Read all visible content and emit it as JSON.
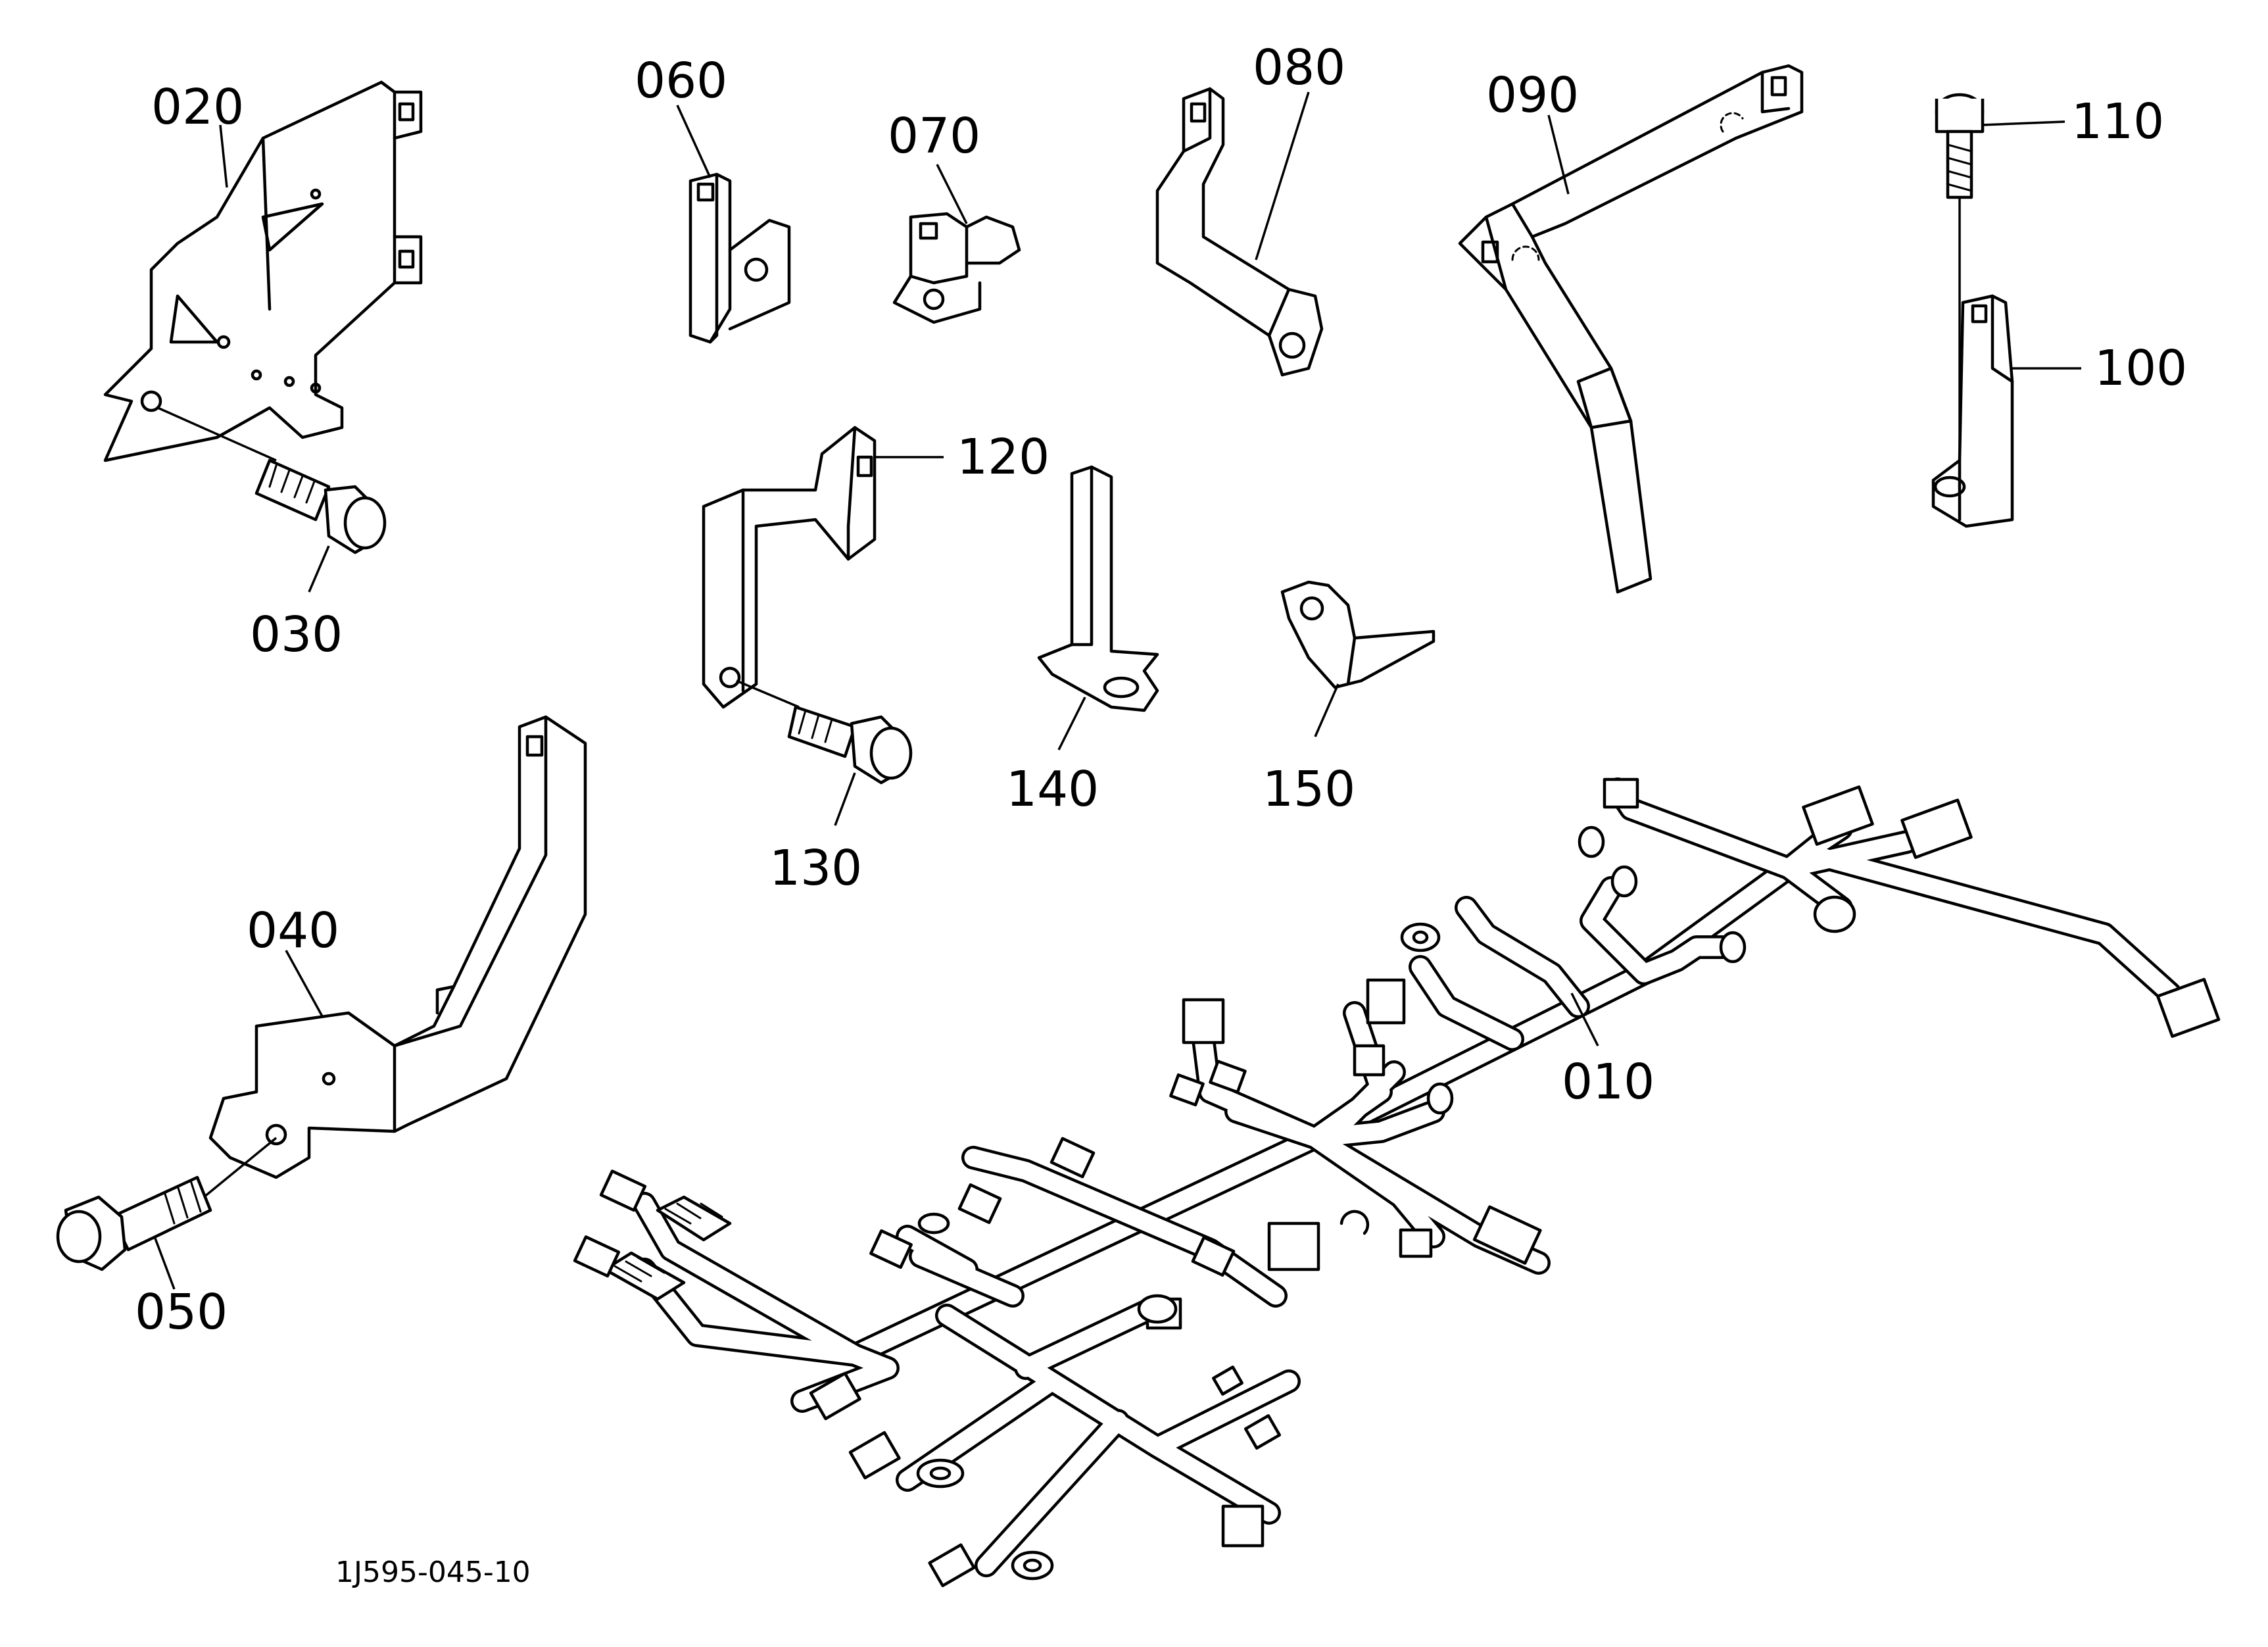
{
  "drawing_code": "1J595-045-10",
  "callouts": {
    "p010": "010",
    "p020": "020",
    "p030": "030",
    "p040": "040",
    "p050": "050",
    "p060": "060",
    "p070": "070",
    "p080": "080",
    "p090": "090",
    "p100": "100",
    "p110": "110",
    "p120": "120",
    "p130": "130",
    "p140": "140",
    "p150": "150"
  }
}
